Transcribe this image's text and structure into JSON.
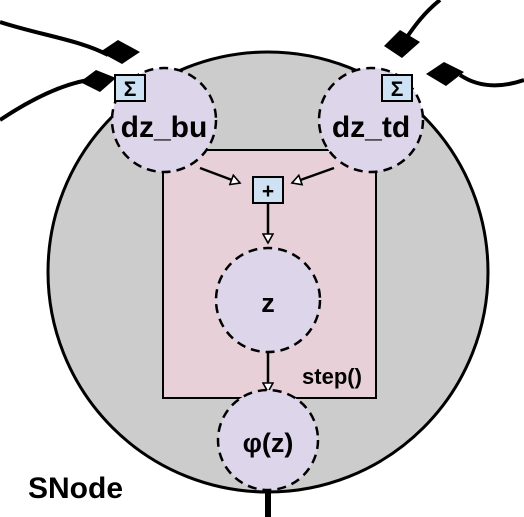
{
  "node_label": "SNode",
  "step_label": "step()",
  "nodes": {
    "dz_bu": "dz_bu",
    "dz_td": "dz_td",
    "z": "z",
    "phi": "φ(z)"
  },
  "operators": {
    "sum_left": "Σ",
    "sum_right": "Σ",
    "plus": "+"
  },
  "colors": {
    "outer_fill": "#cccccc",
    "step_fill": "#e8d0d8",
    "node_fill": "#ddd5ea",
    "operator_fill": "#cfe2f3",
    "stroke": "#000000"
  }
}
